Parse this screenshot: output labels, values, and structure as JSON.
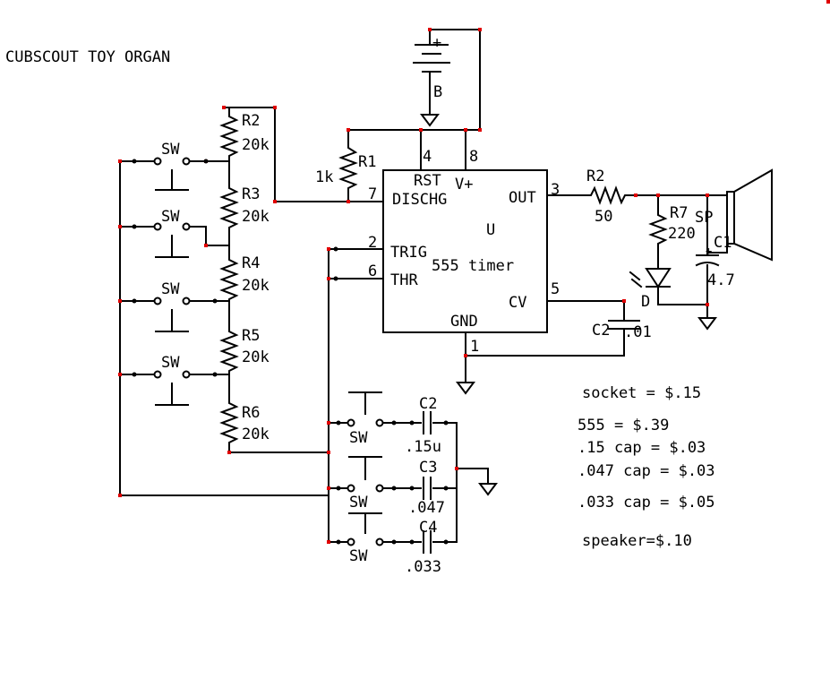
{
  "title": "CUBSCOUT TOY ORGAN",
  "components": {
    "battery": {
      "plus": "+",
      "label": "B"
    },
    "r1": {
      "name": "R1",
      "value": "1k"
    },
    "r2": {
      "name": "R2",
      "value": "20k"
    },
    "r3": {
      "name": "R3",
      "value": "20k"
    },
    "r4": {
      "name": "R4",
      "value": "20k"
    },
    "r5": {
      "name": "R5",
      "value": "20k"
    },
    "r6": {
      "name": "R6",
      "value": "20k"
    },
    "r_out": {
      "name": "R2",
      "value": "50"
    },
    "r7": {
      "name": "R7",
      "value": "220"
    },
    "c1": {
      "name": "C1",
      "value": "4.7",
      "plus": "+"
    },
    "c2_cv": {
      "name": "C2",
      "value": ".01"
    },
    "c2": {
      "name": "C2",
      "value": ".15u"
    },
    "c3": {
      "name": "C3",
      "value": ".047"
    },
    "c4": {
      "name": "C4",
      "value": ".033"
    },
    "diode": {
      "name": "D"
    },
    "speaker": {
      "name": "SP"
    },
    "switch_label": "SW",
    "ic": {
      "ref": "U",
      "name": "555 timer",
      "pins": {
        "rst": "RST",
        "vplus": "V+",
        "dischg": "DISCHG",
        "out": "OUT",
        "trig": "TRIG",
        "thr": "THR",
        "cv": "CV",
        "gnd": "GND"
      },
      "pin_numbers": {
        "p4": "4",
        "p8": "8",
        "p7": "7",
        "p3": "3",
        "p2": "2",
        "p6": "6",
        "p5": "5",
        "p1": "1"
      }
    }
  },
  "costs": [
    "socket = $.15",
    "555 = $.39",
    ".15 cap = $.03",
    ".047 cap = $.03",
    ".033 cap = $.05",
    "speaker=$.10"
  ]
}
